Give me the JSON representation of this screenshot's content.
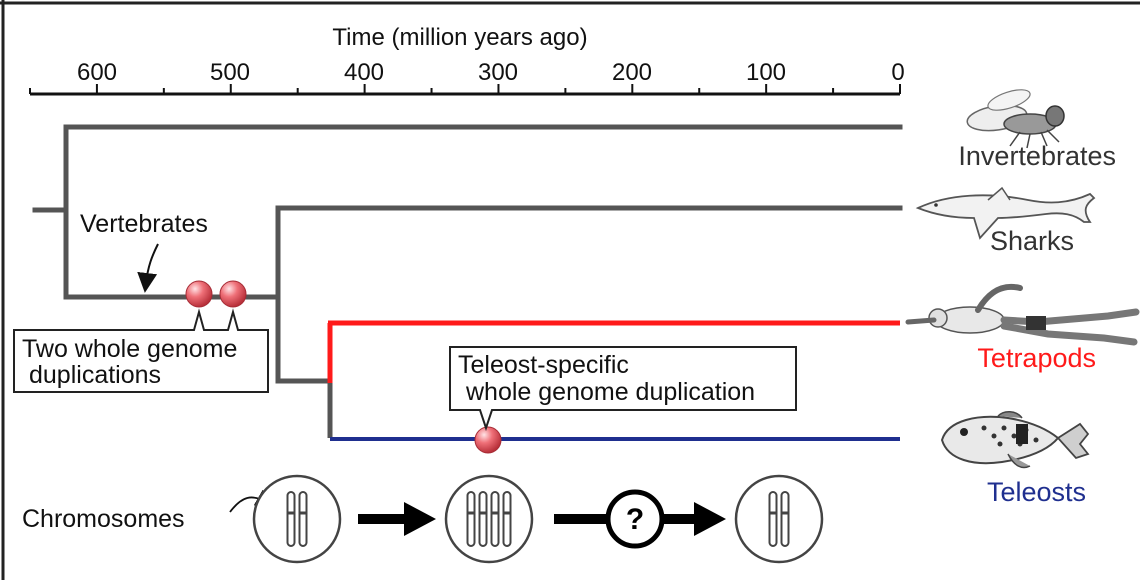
{
  "axis": {
    "title": "Time (million years ago)",
    "ticks": [
      "600",
      "500",
      "400",
      "300",
      "200",
      "100",
      "0"
    ]
  },
  "taxa": {
    "invertebrates": {
      "label": "Invertebrates",
      "color": "#333333"
    },
    "sharks": {
      "label": "Sharks",
      "color": "#333333"
    },
    "tetrapods": {
      "label": "Tetrapods",
      "color": "#ff1a1a"
    },
    "teleosts": {
      "label": "Teleosts",
      "color": "#1f2f8f"
    }
  },
  "annotations": {
    "vertebrates": "Vertebrates",
    "two_wgd_line1": "Two whole genome",
    "two_wgd_line2": "duplications",
    "teleost_wgd_line1": "Teleost-specific",
    "teleost_wgd_line2": "whole genome duplication",
    "chromosomes": "Chromosomes",
    "question_mark": "?"
  },
  "colors": {
    "tree_gray": "#555555",
    "tetrapod_red": "#ff1a1a",
    "teleost_blue": "#1f2f8f",
    "duplication_marker": "#e8606a"
  },
  "icons": [
    "fly-icon",
    "shark-icon",
    "human-swimmer-icon",
    "pufferfish-icon"
  ]
}
